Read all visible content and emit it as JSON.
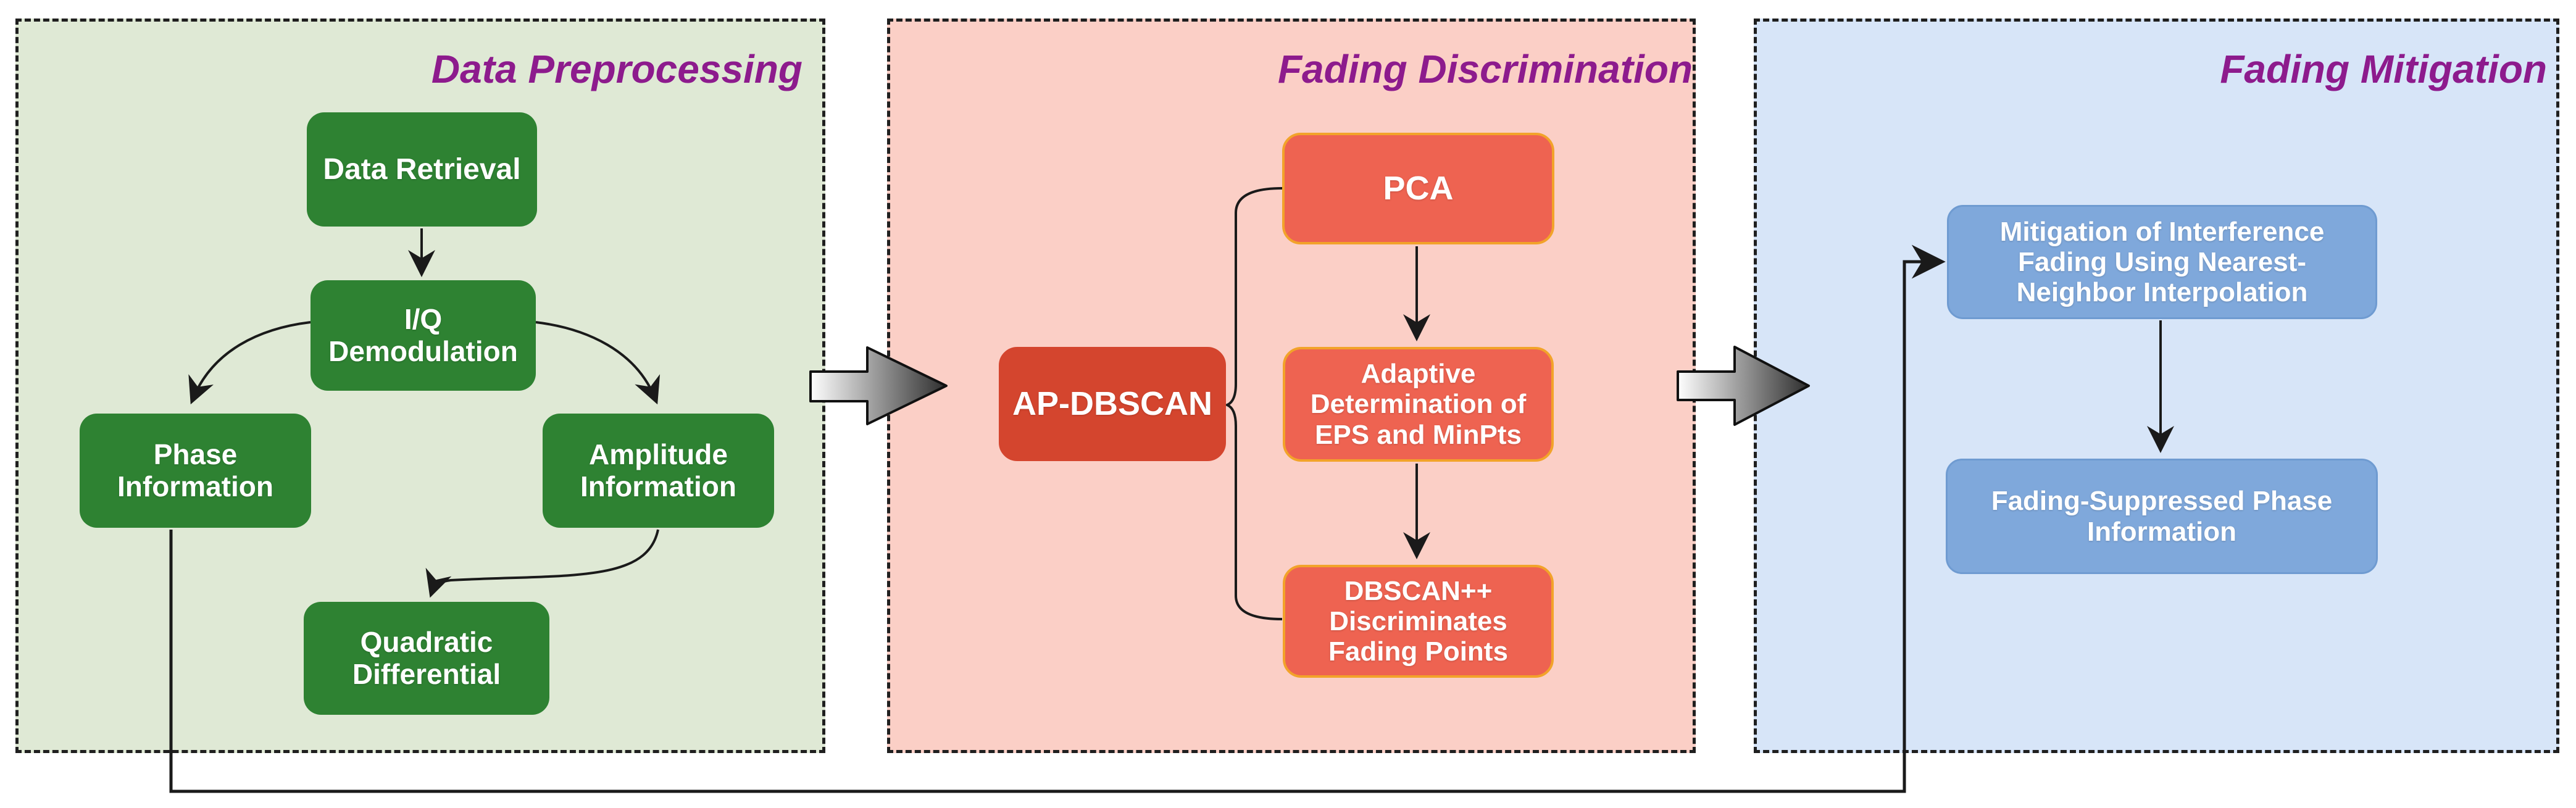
{
  "line_color": "#1a1a1a",
  "panels": [
    {
      "title": "Data Preprocessing",
      "title_color": "#8d1b8d",
      "bg_color": "#dfe9d5",
      "node_fill": "#2e8232",
      "nodes": [
        {
          "label": "Data Retrieval"
        },
        {
          "label": "I/Q\nDemodulation"
        },
        {
          "label": "Phase\nInformation"
        },
        {
          "label": "Amplitude\nInformation"
        },
        {
          "label": "Quadratic\nDifferential"
        }
      ]
    },
    {
      "title": "Fading Discrimination",
      "title_color": "#8d1b8d",
      "bg_color": "#fbcfc6",
      "accent_fill": "#d4452e",
      "node_fill": "#ee6351",
      "node_border": "#f2a32a",
      "nodes": [
        {
          "label": "AP-DBSCAN"
        },
        {
          "label": "PCA"
        },
        {
          "label": "Adaptive\nDetermination of\nEPS and MinPts"
        },
        {
          "label": "DBSCAN++\nDiscriminates\nFading Points"
        }
      ]
    },
    {
      "title": "Fading Mitigation",
      "title_color": "#8d1b8d",
      "bg_color": "#d7e5f8",
      "node_fill": "#7fa8db",
      "node_border": "#6f9bd1",
      "nodes": [
        {
          "label": "Mitigation of Interference\nFading Using Nearest-\nNeighbor Interpolation"
        },
        {
          "label": "Fading-Suppressed Phase\nInformation"
        }
      ]
    }
  ]
}
